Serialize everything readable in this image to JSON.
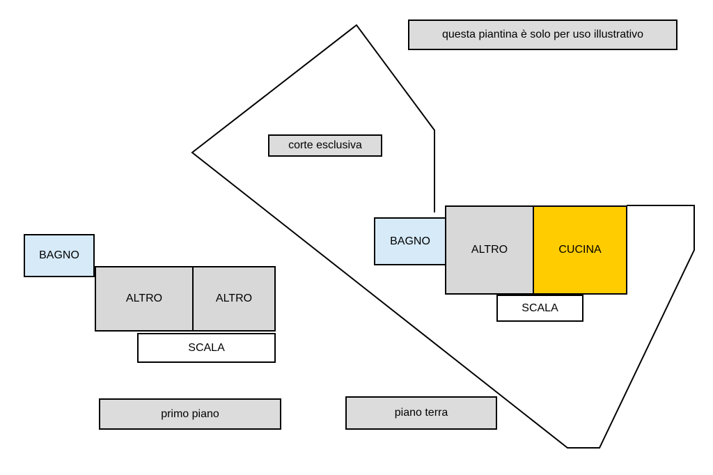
{
  "notice": "questa piantina è solo per uso illustrativo",
  "labels": {
    "courtyard": "corte esclusiva",
    "first_floor": "primo piano",
    "ground_floor": "piano terra"
  },
  "first_floor_rooms": {
    "bathroom": "BAGNO",
    "other_1": "ALTRO",
    "other_2": "ALTRO",
    "stairs": "SCALA"
  },
  "ground_floor_rooms": {
    "bathroom": "BAGNO",
    "other": "ALTRO",
    "kitchen": "CUCINA",
    "stairs": "SCALA"
  },
  "colors": {
    "label_fill": "#dcdcdc",
    "other_room": "#d8d8d8",
    "bathroom": "#d6eaf8",
    "kitchen": "#ffcc00",
    "stairs": "#ffffff",
    "outline": "#000000"
  }
}
